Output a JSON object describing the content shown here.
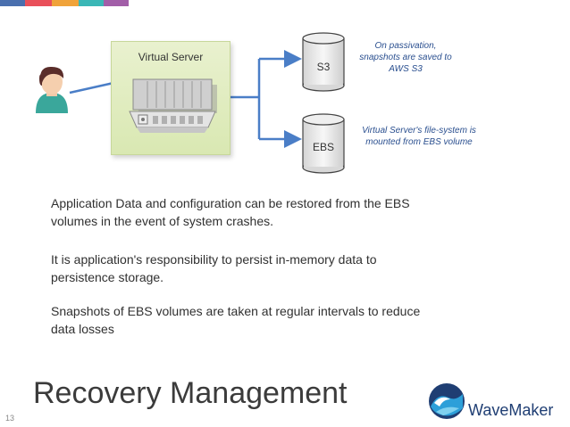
{
  "slide": {
    "title": "Recovery Management",
    "page_number": "13"
  },
  "diagram": {
    "virtual_server_label": "Virtual Server",
    "s3_label": "S3",
    "ebs_label": "EBS",
    "s3_note": "On passivation, snapshots are saved to AWS S3",
    "ebs_note": "Virtual Server's file-system is mounted from EBS volume"
  },
  "body": {
    "paragraph_1": "Application Data and configuration can be restored from the EBS volumes in the event of system crashes.",
    "paragraph_2": "It is application's responsibility to persist in-memory data to persistence storage.",
    "paragraph_3": "Snapshots of EBS volumes are taken at regular intervals to reduce data losses"
  },
  "logo": {
    "name": "WaveMaker"
  },
  "colors": {
    "strip": [
      "#4a6fae",
      "#e9505a",
      "#f0a33a",
      "#3ab7b6",
      "#a25ea8"
    ],
    "arrow": "#4a7ec7",
    "title": "#3b3b3b",
    "note": "#2a4f8f"
  }
}
